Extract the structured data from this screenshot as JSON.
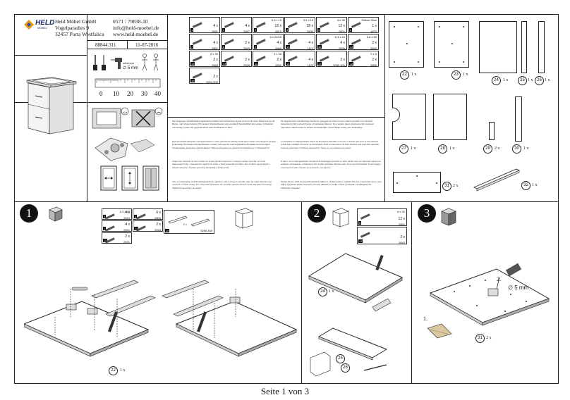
{
  "header": {
    "brand": "HELD",
    "brand_sub": "MÖBEL",
    "company": "Held Möbel GmbH",
    "street": "Vogelparadies 9",
    "city": "32457 Porta Westfalica",
    "phone": "0571 / 79838-10",
    "email": "info@held-moebel.de",
    "web": "www.held-moebel.de",
    "article": "88844.311",
    "date": "11-07-2016"
  },
  "tools": {
    "min_label": "minimum",
    "drill_size": "∅ 5 mm",
    "ruler_ticks": [
      "0",
      "10",
      "20",
      "30",
      "40"
    ]
  },
  "hardware": [
    {
      "num": "1",
      "qty": "4 x",
      "code": "2691"
    },
    {
      "num": "2",
      "qty": "4 x",
      "code": "2667"
    },
    {
      "num": "3",
      "size": "6,3 x 13",
      "qty": "12 x",
      "code": "2813"
    },
    {
      "num": "4",
      "size": "3,5 x 15",
      "qty": "28 x",
      "code": "2804"
    },
    {
      "num": "5",
      "size": "8 x 30",
      "qty": "12 x",
      "code": "2601"
    },
    {
      "num": "6",
      "size": "Silikon 25ml",
      "qty": "1 x",
      "code": "1870"
    },
    {
      "num": "7",
      "qty": "4 x",
      "code": "2801"
    },
    {
      "num": "8",
      "qty": "2 x",
      "code": "2643"
    },
    {
      "num": "9",
      "size": "6 x 22/25",
      "qty": "4 x",
      "code": "2669"
    },
    {
      "num": "10",
      "qty": "4 x",
      "code": "1121"
    },
    {
      "num": "11",
      "size": "6,3 x 16",
      "qty": "4 x",
      "code": "2836"
    },
    {
      "num": "12",
      "size": "5,8 x 55",
      "qty": "2 x",
      "code": "2840"
    },
    {
      "num": "13",
      "size": "8 x 30",
      "qty": "2 x",
      "code": "2843"
    },
    {
      "num": "14",
      "qty": "2 x",
      "code": "2818"
    },
    {
      "num": "15",
      "size": "4 x 30",
      "qty": "2 x",
      "code": "2831"
    },
    {
      "num": "16",
      "qty": "4 x",
      "code": "1122"
    },
    {
      "num": "17",
      "qty": "2 x",
      "code": "5265.400"
    },
    {
      "num": "18",
      "size": "6 x 5",
      "qty": "2 x",
      "code": "2855"
    },
    {
      "num": "19",
      "qty": "2 x",
      "code": "5264.000"
    }
  ],
  "warnings": {
    "de": "Die beigelegte Wandbefestigungsmaterial (Dübel und Schrauben) eignet sich nur für feste Mauerwerk (z.B. Beton- oder Ziegelwände). Für andere Wandaufbauten sind eventuell Spezialdübel und andere Schrauben notwendig. Gehen Sie gegebenenfalls zum Fachhandel in Ihrer",
    "ru": "Прилагаемый материал для крепления к стене (дюбели и винты) пригоден только для твердой кладки (например бетонные или кирпичные стены). Для других конструкций необходимо использовать специальные дюбели и другие винты. При необходимости проконсультируйтесь у специалиста.",
    "pl": "Załączony materiał do mocowania do ściany (kołki rozporowe i wkręty) nadaje się tylko do ścian murowanych (np. z betonu lub cegieł). Do ścian o innej konstrukcji należy użyć kołków specjalnych i innych wkrętów. W razie potrzeby skonsultuj z fachowcem.",
    "en": "The accompanying wall mounting hardware (anchors and screws) is suitable only for solid masonry (eg concrete or brick walls). For other wall structures are possibly special anchors bolts and other necessary. Tighten if necessary, an expert.",
    "nl": "De bijgeleverde wandmontage hardware (pluggen en schroeven) is alleen geschikt voor massief metselwerk (bijvoorbeeld beton of bakstenen muren). Voor andere muur structuren zijn eventueel bijzondere ankerbouten en andere noodzakelijke. Draai indien nodig, een deskundige.",
    "fr": "Le matériel accompagnement mural de montage (chevilles et vis) ne convient que pour la maçonnerie solide (par exemple en béton ou en briques). Pour les structures de mur d'autres sont peut-être spéciale boulons d'ancrage et d'autres nécessaires. Serrer le cas échéant, un expert.",
    "it": "Il muro di accompagnamento materiali di montaggio (tasselli e viti) è adatto solo per muratura piena (ad esempio calcestruzzo o muratura). Per le altre strutture murarie sono forse speciali bulloni di ancoraggio e necessari di altri. Serrare se necessario, un esperto.",
    "tr": "Ekteki duvara sabit montaj malzemeleri (dübel ve vidalar) sadece sağlam duvarlar için (örnek beton veya tuğla) uygundur. Başka duvarlar için özel dübeller ve farklı vidalar gereklidir. Gerektiğinde bir bilirkişiye danışınız."
  },
  "parts": [
    {
      "id": "22",
      "qty": "1 x"
    },
    {
      "id": "23",
      "qty": "1 x"
    },
    {
      "id": "24",
      "qty": "1 x"
    },
    {
      "id": "25",
      "qty": "1 x"
    },
    {
      "id": "26",
      "qty": "1 x"
    },
    {
      "id": "27",
      "qty": "1 x"
    },
    {
      "id": "28",
      "qty": "1 x"
    },
    {
      "id": "29",
      "qty": "2 x"
    },
    {
      "id": "30",
      "qty": "1 x"
    },
    {
      "id": "31",
      "qty": "2 x"
    },
    {
      "id": "32",
      "qty": "1 x"
    }
  ],
  "steps": {
    "s1": {
      "num": "1",
      "hw": [
        {
          "num": "3",
          "size": "6,3 x 13",
          "qty": "4 x",
          "code": "2813"
        },
        {
          "num": "4",
          "qty": "6 x",
          "code": "2804"
        },
        {
          "num": "1",
          "qty": "4 x",
          "code": "2691"
        },
        {
          "num": "14",
          "qty": "2 x",
          "code": "2818"
        },
        {
          "num": "15",
          "qty": "2 x",
          "code": "2831"
        }
      ],
      "rail": {
        "num": "19",
        "qty": "2 x",
        "code": "5265.400"
      },
      "part": {
        "id": "22",
        "qty": "1 x"
      }
    },
    "s2": {
      "num": "2",
      "hw": [
        {
          "num": "5",
          "size": "8 x 30",
          "qty": "12 x",
          "code": "2601"
        },
        {
          "num": "13",
          "qty": "2 x",
          "code": "2643"
        }
      ],
      "part24": {
        "id": "24",
        "qty": "1 x"
      },
      "part25": "25",
      "part26": "26"
    },
    "s3": {
      "num": "3",
      "step1": "1.",
      "step2": "2.",
      "drill": "∅ 5 mm",
      "part": {
        "id": "31",
        "qty": "2 x"
      }
    }
  },
  "footer": {
    "page": "Seite 1 von 3"
  }
}
